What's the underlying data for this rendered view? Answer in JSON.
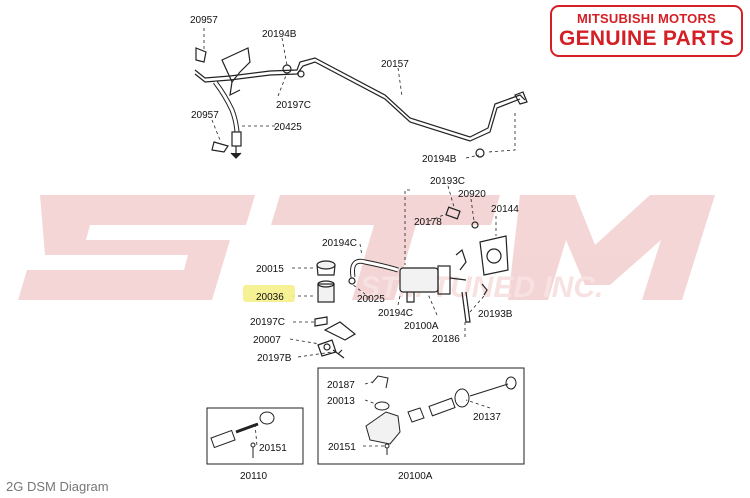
{
  "badge": {
    "line1": "MITSUBISHI MOTORS",
    "line2": "GENUINE PARTS"
  },
  "watermark": {
    "text": "STM",
    "subtext": "STM TUNED INC.",
    "color": "#e6a3a3"
  },
  "highlight_color": "#f6f08a",
  "caption": "2G DSM Diagram",
  "labels": {
    "p20957_top": "20957",
    "p20194B_top": "20194B",
    "p20197C_top": "20197C",
    "p20157": "20157",
    "p20957_mid": "20957",
    "p20425": "20425",
    "p20194B_mid": "20194B",
    "p20193C": "20193C",
    "p20920": "20920",
    "p20178": "20178",
    "p20144": "20144",
    "p20194C_a": "20194C",
    "p20015": "20015",
    "p20036": "20036",
    "p20025": "20025",
    "p20194C_b": "20194C",
    "p20100A_a": "20100A",
    "p20193B": "20193B",
    "p20197C_b": "20197C",
    "p20186": "20186",
    "p20007": "20007",
    "p20197B": "20197B",
    "p20187": "20187",
    "p20013": "20013",
    "p20137": "20137",
    "p20151_a": "20151",
    "p20151_b": "20151",
    "p20110": "20110",
    "p20100A_b": "20100A"
  }
}
